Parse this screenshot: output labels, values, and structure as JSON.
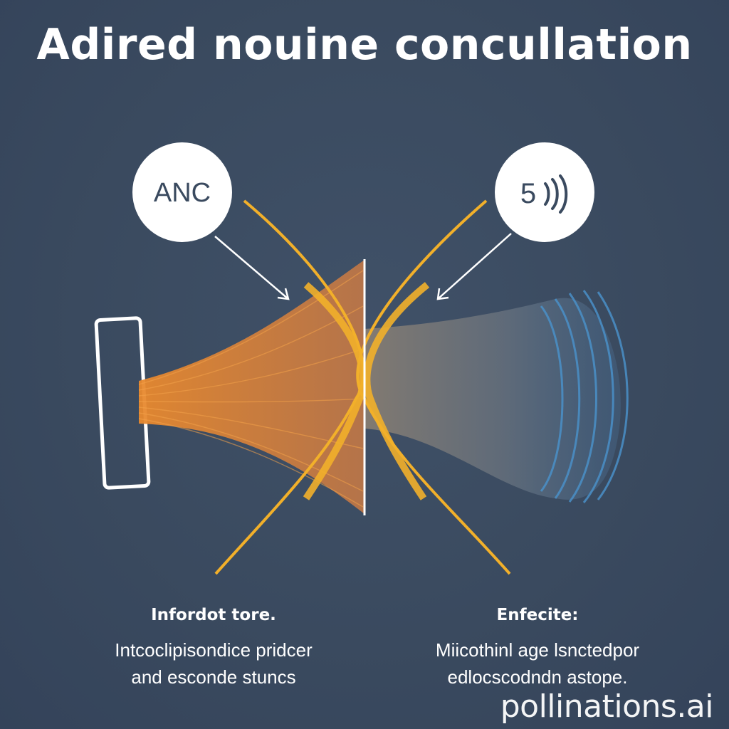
{
  "title": "Adired nouine concullation",
  "bubbles": {
    "left": {
      "label": "ANC"
    },
    "right": {
      "label": "5",
      "icon": "sound-waves-icon"
    }
  },
  "captions": {
    "left": {
      "heading": "Infordot tore.",
      "lines": [
        "Intcoclipisondice pridcer",
        "and esconde stuncs"
      ]
    },
    "right": {
      "heading": "Enfecite:",
      "lines": [
        "Miicothinl age lsnctedpor",
        "edlocscodndn astope."
      ]
    }
  },
  "watermark": "pollinations.ai",
  "colors": {
    "background": "#3a4a5f",
    "orange_wave": "#e0883a",
    "yellow_arc": "#f2b02a",
    "blue_wave": "#4a90c8",
    "grey_wave": "#7a7f86",
    "white": "#ffffff"
  }
}
